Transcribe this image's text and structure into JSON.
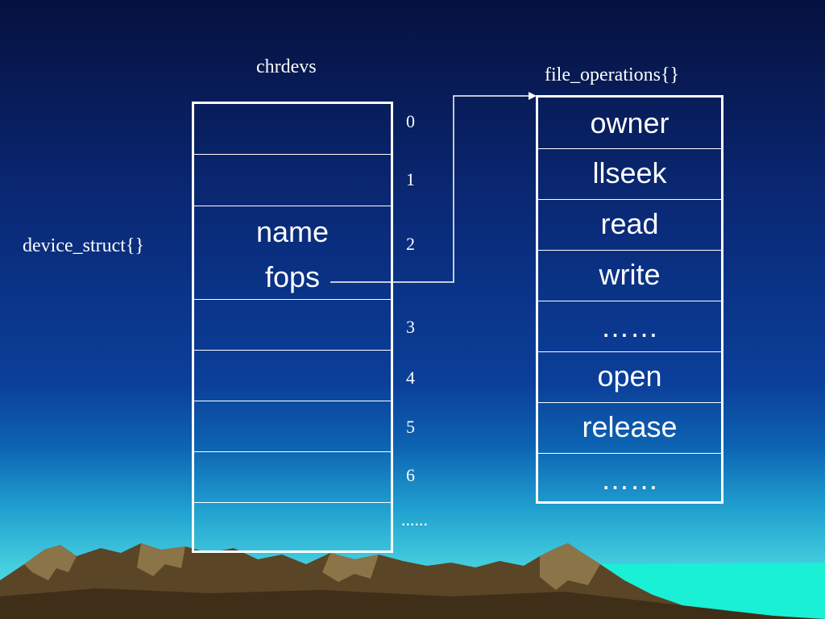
{
  "titles": {
    "chrdevs": "chrdevs",
    "file_operations": "file_operations{}",
    "device_struct": "device_struct{}"
  },
  "chrdevs_indices": [
    "0",
    "1",
    "2",
    "3",
    "4",
    "5",
    "6",
    "......"
  ],
  "chrdevs_entry": {
    "name_field": "name",
    "fops_field": "fops"
  },
  "file_operations_fields": [
    "owner",
    "llseek",
    "read",
    "write",
    "……",
    "open",
    "release",
    "……"
  ],
  "colors": {
    "line": "#ffffff",
    "mountain": "#6b5632",
    "sky_top": "#06113f",
    "sea": "#19f0d6"
  }
}
